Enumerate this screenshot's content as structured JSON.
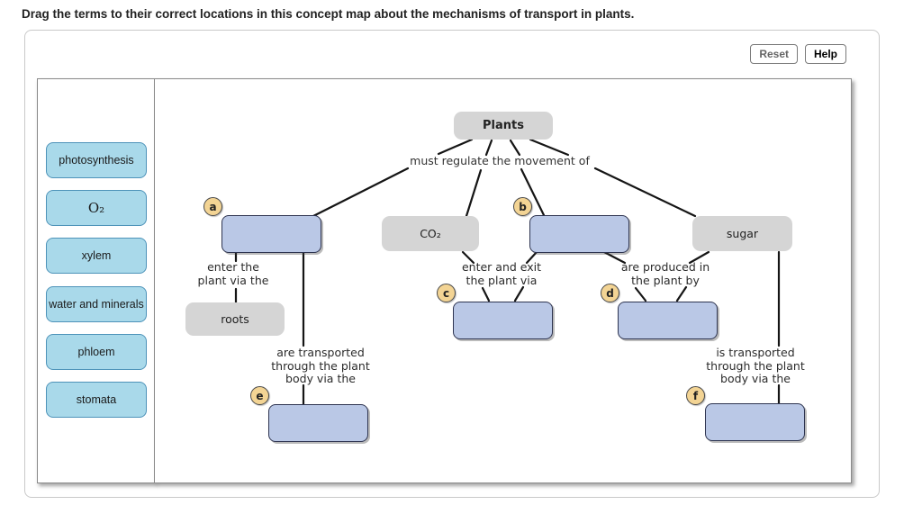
{
  "instruction": "Drag the terms to their correct locations in this concept map about the mechanisms of transport in plants.",
  "toolbar": {
    "reset": "Reset",
    "help": "Help"
  },
  "term_bank": {
    "items": [
      {
        "label": "photosynthesis"
      },
      {
        "label": "O₂"
      },
      {
        "label": "xylem"
      },
      {
        "label": "water and minerals"
      },
      {
        "label": "phloem"
      },
      {
        "label": "stomata"
      }
    ]
  },
  "concept_map": {
    "root": "Plants",
    "root_caption": "must regulate the movement of",
    "fixed_nodes": {
      "co2": "CO₂",
      "sugar": "sugar",
      "roots": "roots"
    },
    "drop_zones": [
      {
        "letter": "a"
      },
      {
        "letter": "b"
      },
      {
        "letter": "c"
      },
      {
        "letter": "d"
      },
      {
        "letter": "e"
      },
      {
        "letter": "f"
      }
    ],
    "edge_labels": {
      "enter_plant": "enter the\nplant via the",
      "enter_exit": "enter and exit\nthe plant via",
      "produced": "are produced in\nthe plant by",
      "transported_plural": "are transported\nthrough the plant\nbody via the",
      "transported_singular": "is transported\nthrough the plant\nbody via the"
    }
  },
  "colors": {
    "term_fill": "#a9d9ea",
    "term_border": "#4e93b9",
    "zone_fill": "#bac8e6",
    "zone_border": "#2e3450",
    "node_fill": "#d5d5d5",
    "badge_fill": "#f3d494",
    "line": "#151515"
  }
}
